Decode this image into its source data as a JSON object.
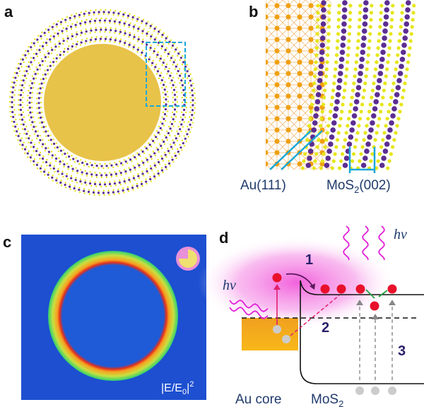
{
  "panels": {
    "a": {
      "label": "a"
    },
    "b": {
      "label": "b",
      "au_label": "Au(111)",
      "mos2_label_main": "MoS",
      "mos2_sub": "2",
      "mos2_label_tail": "(002)"
    },
    "c": {
      "label": "c",
      "field_label_main": "|E/E",
      "field_sub": "0",
      "field_tail": "|",
      "field_sup": "2"
    },
    "d": {
      "label": "d",
      "hv": "hν",
      "step1": "1",
      "step2": "2",
      "step3": "3",
      "au_core": "Au core",
      "mos2_main": "MoS",
      "mos2_sub": "2"
    }
  },
  "colors": {
    "gold": "#e8c34a",
    "mo": "#5b2d91",
    "s": "#e6e619",
    "cyan": "#1aa7d9",
    "magenta": "#e020d8",
    "electron": "#e8102a"
  }
}
